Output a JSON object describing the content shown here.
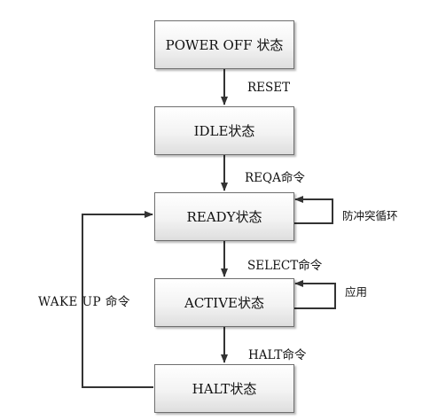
{
  "states": {
    "power_off": "POWER OFF 状态",
    "idle": "IDLE状态",
    "ready": "READY状态",
    "active": "ACTIVE状态",
    "halt": "HALT状态"
  },
  "transitions": {
    "reset": "RESET",
    "reqa": "REQA命令",
    "select": "SELECT命令",
    "halt_cmd": "HALT命令",
    "wake_up": "WAKE UP 命令"
  },
  "self_loops": {
    "ready_loop": "防冲突循环",
    "active_loop": "应用"
  },
  "colors": {
    "line": "#333333",
    "box_border": "#6f6f6f",
    "box_fill_top": "#ffffff",
    "box_fill_bottom": "#dedede"
  }
}
